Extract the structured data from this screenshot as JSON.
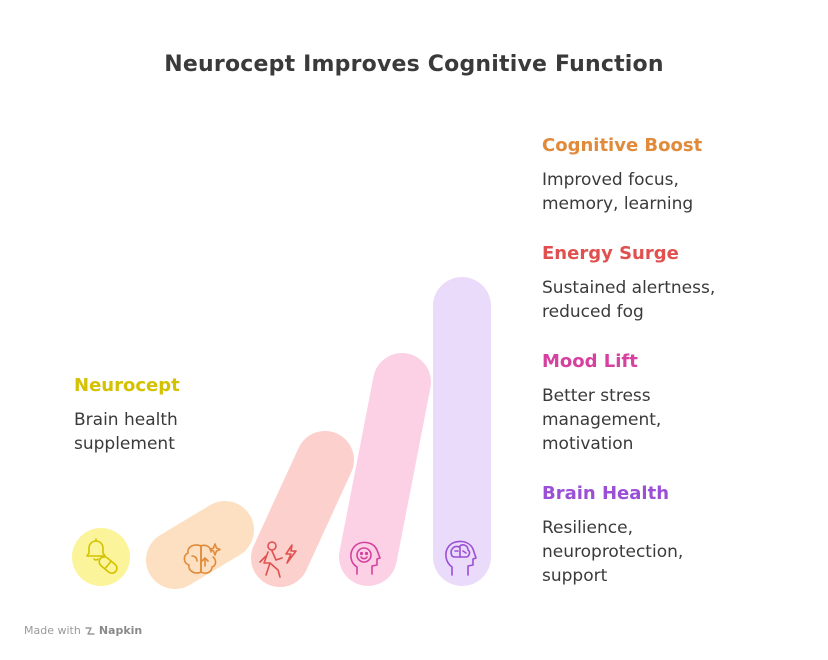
{
  "title": "Neurocept Improves Cognitive Function",
  "stages": [
    {
      "name": "Neurocept",
      "description_lines": [
        "Brain health",
        "supplement"
      ],
      "icon": "pill-bell-icon",
      "color": "#d4c200",
      "fill": "#fbf49a"
    },
    {
      "name": "",
      "description_lines": [],
      "icon": "brain-icon",
      "color": "#e08a3a",
      "fill": "#fde0c2"
    },
    {
      "name": "",
      "description_lines": [],
      "icon": "energetic-person-icon",
      "color": "#e0504f",
      "fill": "#fcd0cc"
    },
    {
      "name": "",
      "description_lines": [],
      "icon": "smiling-head-icon",
      "color": "#d6409e",
      "fill": "#fcd1e6"
    },
    {
      "name": "",
      "description_lines": [],
      "icon": "brain-head-icon",
      "color": "#9b4fd6",
      "fill": "#eadbfb"
    }
  ],
  "labels_right": [
    {
      "name": "Cognitive Boost",
      "description_lines": [
        "Improved focus,",
        "memory, learning"
      ],
      "color": "#e08a3a"
    },
    {
      "name": "Energy Surge",
      "description_lines": [
        "Sustained alertness,",
        "reduced fog"
      ],
      "color": "#e0504f"
    },
    {
      "name": "Mood Lift",
      "description_lines": [
        "Better stress",
        "management,",
        "motivation"
      ],
      "color": "#d6409e"
    },
    {
      "name": "Brain Health",
      "description_lines": [
        "Resilience,",
        "neuroprotection,",
        "support"
      ],
      "color": "#9b4fd6"
    }
  ],
  "footer": {
    "made_with": "Made with",
    "brand": "Napkin"
  }
}
